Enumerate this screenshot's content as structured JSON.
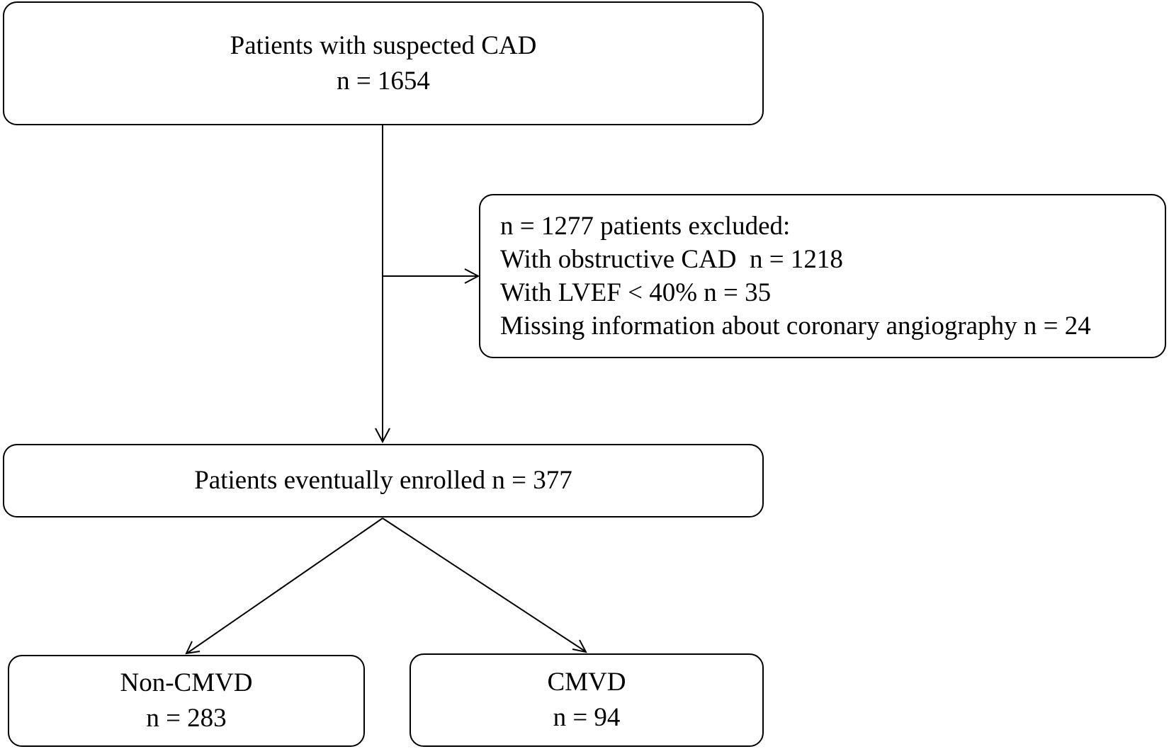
{
  "top_box": {
    "line1": "Patients with suspected CAD",
    "line2": "n = 1654"
  },
  "excluded_box": {
    "line1": "n = 1277 patients excluded:",
    "line2": "With obstructive CAD  n = 1218",
    "line3": "With LVEF < 40% n = 35",
    "line4": "Missing information about coronary angiography n = 24"
  },
  "enrolled_box": {
    "line1": "Patients eventually enrolled n = 377"
  },
  "noncmvd_box": {
    "line1": "Non-CMVD",
    "line2": "n = 283"
  },
  "cmvd_box": {
    "line1": "CMVD",
    "line2": "n = 94"
  },
  "colors": {
    "stroke": "#000000",
    "background": "#ffffff"
  }
}
